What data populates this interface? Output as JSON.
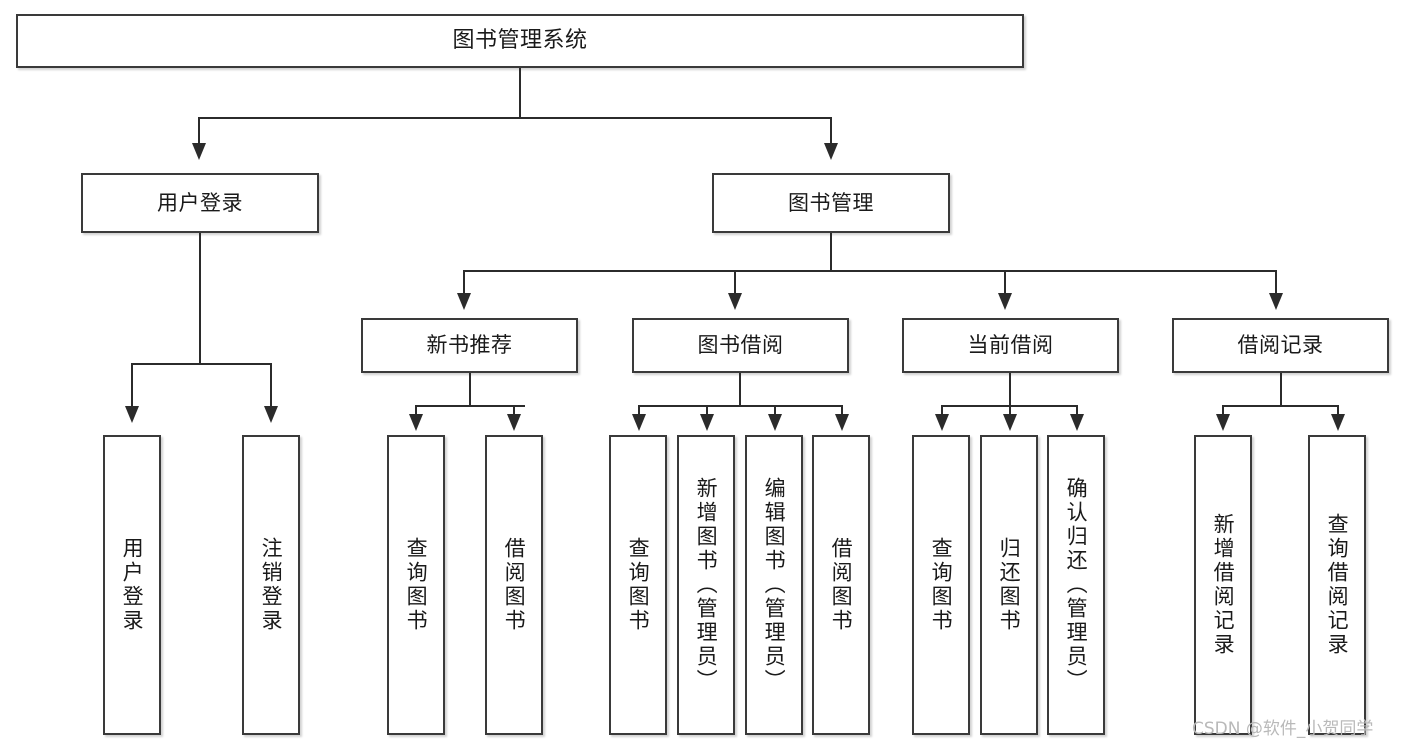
{
  "diagram": {
    "title": "图书管理系统",
    "type": "功能结构图",
    "root": {
      "label": "图书管理系统"
    },
    "level1": [
      {
        "id": "user-login",
        "label": "用户登录"
      },
      {
        "id": "book-management",
        "label": "图书管理"
      }
    ],
    "level2": [
      {
        "id": "new-book-recommend",
        "label": "新书推荐",
        "parent": "book-management"
      },
      {
        "id": "book-borrow",
        "label": "图书借阅",
        "parent": "book-management"
      },
      {
        "id": "current-borrow",
        "label": "当前借阅",
        "parent": "book-management"
      },
      {
        "id": "borrow-record",
        "label": "借阅记录",
        "parent": "book-management"
      }
    ],
    "leaves": [
      {
        "id": "leaf-user-login",
        "label": "用户登录",
        "parent": "user-login"
      },
      {
        "id": "leaf-user-logout",
        "label": "注销登录",
        "parent": "user-login"
      },
      {
        "id": "leaf-query-book-1",
        "label": "查询图书",
        "parent": "new-book-recommend"
      },
      {
        "id": "leaf-borrow-book-1",
        "label": "借阅图书",
        "parent": "new-book-recommend"
      },
      {
        "id": "leaf-query-book-2",
        "label": "查询图书",
        "parent": "book-borrow"
      },
      {
        "id": "leaf-add-book",
        "label": "新增图书（管理员）",
        "parent": "book-borrow"
      },
      {
        "id": "leaf-edit-book",
        "label": "编辑图书（管理员）",
        "parent": "book-borrow"
      },
      {
        "id": "leaf-borrow-book-2",
        "label": "借阅图书",
        "parent": "book-borrow"
      },
      {
        "id": "leaf-query-book-3",
        "label": "查询图书",
        "parent": "current-borrow"
      },
      {
        "id": "leaf-return-book",
        "label": "归还图书",
        "parent": "current-borrow"
      },
      {
        "id": "leaf-confirm-return",
        "label": "确认归还（管理员）",
        "parent": "current-borrow"
      },
      {
        "id": "leaf-add-record",
        "label": "新增借阅记录",
        "parent": "borrow-record"
      },
      {
        "id": "leaf-query-record",
        "label": "查询借阅记录",
        "parent": "borrow-record"
      }
    ],
    "watermark": "CSDN @软件_小贺同学",
    "colors": {
      "box_border": "#3a3a3a",
      "line": "#2b2b2b",
      "text": "#1a1a1a",
      "background": "#ffffff",
      "watermark": "#b9b9b9"
    }
  }
}
